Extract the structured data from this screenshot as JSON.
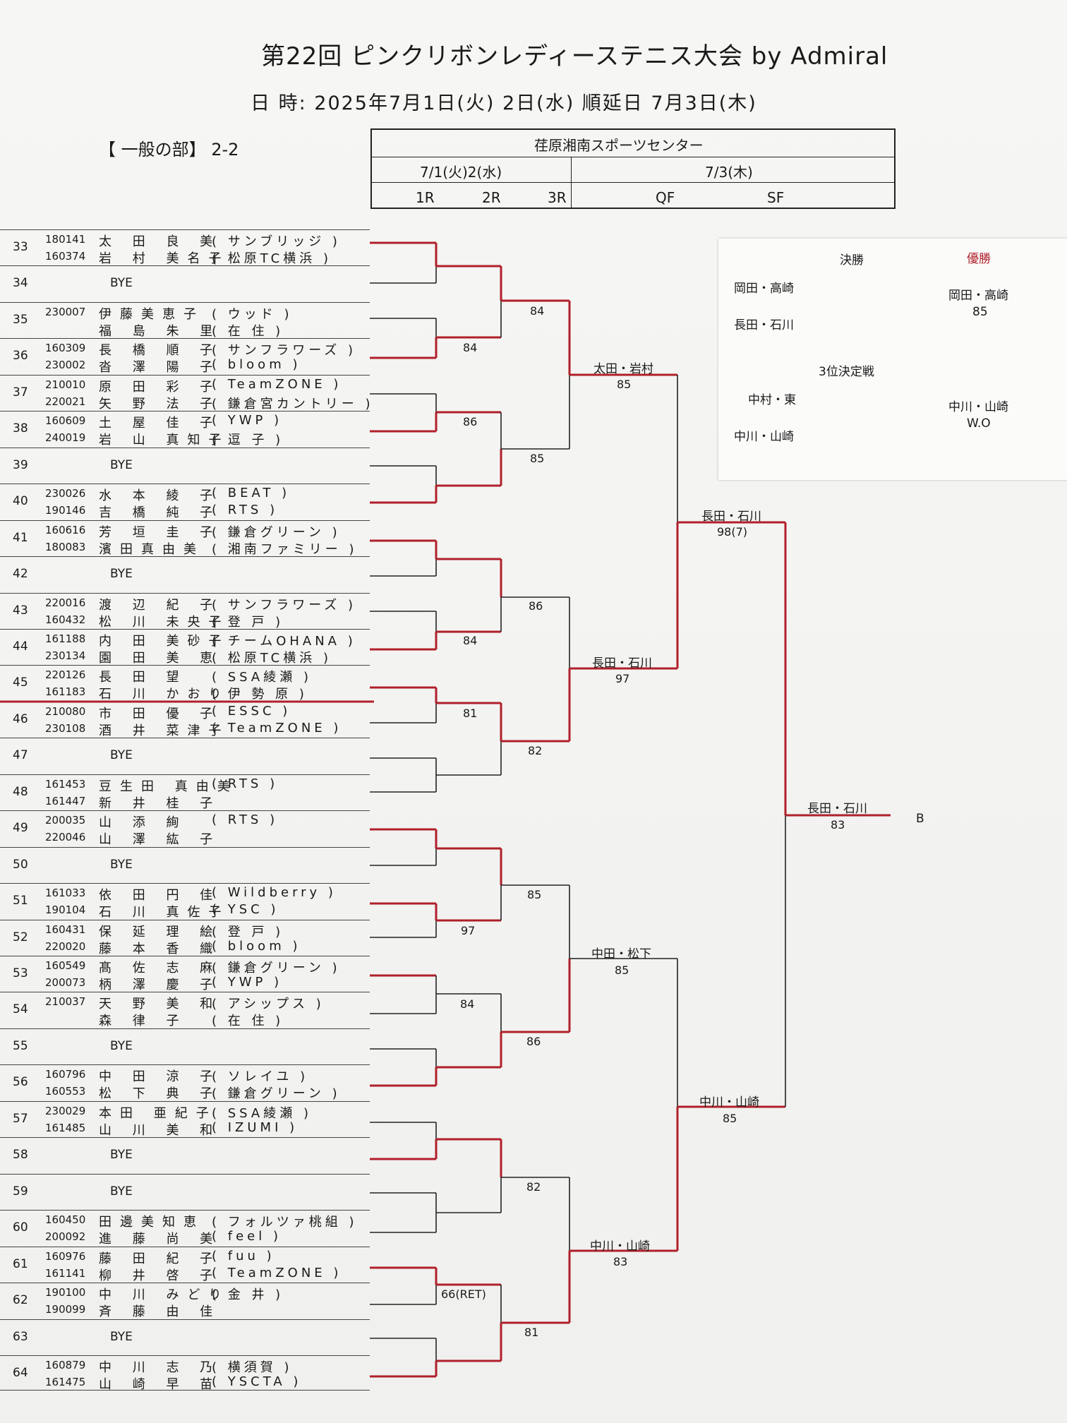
{
  "title": "第22回  ピンクリボンレディーステニス大会 by Admiral",
  "dates": "日 時:  2025年7月1日(火)  2日(水)      順延日  7月3日(木)",
  "section": "【 一般の部】  2-2",
  "venue": {
    "name": "荏原湘南スポーツセンター",
    "day1": "7/1(火)2(水)",
    "day2": "7/3(木)",
    "rounds": [
      "1R",
      "2R",
      "3R",
      "QF",
      "SF"
    ]
  },
  "draw": [
    {
      "num": "33",
      "players": [
        {
          "id": "180141",
          "name": "太 田 良 美",
          "club": "( サンブリッジ )"
        },
        {
          "id": "160374",
          "name": "岩 村 美名子",
          "club": "( 松原TC横浜 )"
        }
      ]
    },
    {
      "num": "34",
      "bye": "BYE"
    },
    {
      "num": "35",
      "players": [
        {
          "id": "230007",
          "name": "伊藤美恵子",
          "club": "( ウッド )"
        },
        {
          "id": "",
          "name": "福 島 朱 里",
          "club": "( 在 住 )"
        }
      ]
    },
    {
      "num": "36",
      "players": [
        {
          "id": "160309",
          "name": "長 橋 順 子",
          "club": "( サンフラワーズ )"
        },
        {
          "id": "230002",
          "name": "沓 澤 陽 子",
          "club": "( bloom )"
        }
      ]
    },
    {
      "num": "37",
      "players": [
        {
          "id": "210010",
          "name": "原 田 彩 子",
          "club": "( TeamZONE )"
        },
        {
          "id": "220021",
          "name": "矢 野 法 子",
          "club": "( 鎌倉宮カントリー )"
        }
      ]
    },
    {
      "num": "38",
      "players": [
        {
          "id": "160609",
          "name": "土 屋 佳 子",
          "club": "( YWP )"
        },
        {
          "id": "240019",
          "name": "岩 山 真知子",
          "club": "( 逗 子 )"
        }
      ]
    },
    {
      "num": "39",
      "bye": "BYE"
    },
    {
      "num": "40",
      "players": [
        {
          "id": "230026",
          "name": "水 本 綾 子",
          "club": "( BEAT )"
        },
        {
          "id": "190146",
          "name": "吉 橋 純 子",
          "club": "( RTS )"
        }
      ]
    },
    {
      "num": "41",
      "players": [
        {
          "id": "160616",
          "name": "芳 垣 圭 子",
          "club": "( 鎌倉グリーン )"
        },
        {
          "id": "180083",
          "name": "濱田真由美",
          "club": "( 湘南ファミリー )"
        }
      ]
    },
    {
      "num": "42",
      "bye": "BYE"
    },
    {
      "num": "43",
      "players": [
        {
          "id": "220016",
          "name": "渡 辺 紀 子",
          "club": "( サンフラワーズ )"
        },
        {
          "id": "160432",
          "name": "松 川 未央子",
          "club": "( 登 戸 )"
        }
      ]
    },
    {
      "num": "44",
      "players": [
        {
          "id": "161188",
          "name": "内 田 美砂子",
          "club": "( チームOHANA )"
        },
        {
          "id": "230134",
          "name": "園 田 美 恵",
          "club": "( 松原TC横浜 )"
        }
      ]
    },
    {
      "num": "45",
      "players": [
        {
          "id": "220126",
          "name": "長 田 望",
          "club": "( SSA綾瀬 )"
        },
        {
          "id": "161183",
          "name": "石 川 かおり",
          "club": "( 伊 勢 原 )"
        }
      ]
    },
    {
      "num": "46",
      "players": [
        {
          "id": "210080",
          "name": "市 田 優 子",
          "club": "( ESSC )"
        },
        {
          "id": "230108",
          "name": "酒 井 菜津子",
          "club": "( TeamZONE )"
        }
      ]
    },
    {
      "num": "47",
      "bye": "BYE"
    },
    {
      "num": "48",
      "players": [
        {
          "id": "161453",
          "name": "豆生田 真由美",
          "club": "( RTS )"
        },
        {
          "id": "161447",
          "name": "新 井 桂 子",
          "club": ""
        }
      ]
    },
    {
      "num": "49",
      "players": [
        {
          "id": "200035",
          "name": "山 添 絢",
          "club": "( RTS )"
        },
        {
          "id": "220046",
          "name": "山 澤 紘 子",
          "club": ""
        }
      ]
    },
    {
      "num": "50",
      "bye": "BYE"
    },
    {
      "num": "51",
      "players": [
        {
          "id": "161033",
          "name": "依 田 円 佳",
          "club": "( Wildberry )"
        },
        {
          "id": "190104",
          "name": "石 川 真佐子",
          "club": "( YSC )"
        }
      ]
    },
    {
      "num": "52",
      "players": [
        {
          "id": "160431",
          "name": "保 延 理 絵",
          "club": "( 登 戸 )"
        },
        {
          "id": "220020",
          "name": "藤 本 香 織",
          "club": "( bloom )"
        }
      ]
    },
    {
      "num": "53",
      "players": [
        {
          "id": "160549",
          "name": "髙 佐 志 麻",
          "club": "( 鎌倉グリーン )"
        },
        {
          "id": "200073",
          "name": "柄 澤 慶 子",
          "club": "( YWP )"
        }
      ]
    },
    {
      "num": "54",
      "players": [
        {
          "id": "210037",
          "name": "天 野 美 和",
          "club": "( アシップス )"
        },
        {
          "id": "",
          "name": "森 律 子",
          "club": "( 在 住 )"
        }
      ]
    },
    {
      "num": "55",
      "bye": "BYE"
    },
    {
      "num": "56",
      "players": [
        {
          "id": "160796",
          "name": "中 田 涼 子",
          "club": "( ソレイユ )"
        },
        {
          "id": "160553",
          "name": "松 下 典 子",
          "club": "( 鎌倉グリーン )"
        }
      ]
    },
    {
      "num": "57",
      "players": [
        {
          "id": "230029",
          "name": "本田 亜紀子",
          "club": "( SSA綾瀬 )"
        },
        {
          "id": "161485",
          "name": "山 川 美 和",
          "club": "( IZUMI )"
        }
      ]
    },
    {
      "num": "58",
      "bye": "BYE"
    },
    {
      "num": "59",
      "bye": "BYE"
    },
    {
      "num": "60",
      "players": [
        {
          "id": "160450",
          "name": "田邊美知恵",
          "club": "( フォルツァ桃組 )"
        },
        {
          "id": "200092",
          "name": "進 藤 尚 美",
          "club": "( feel )"
        }
      ]
    },
    {
      "num": "61",
      "players": [
        {
          "id": "160976",
          "name": "藤 田 紀 子",
          "club": "( fuu )"
        },
        {
          "id": "161141",
          "name": "柳 井 啓 子",
          "club": "( TeamZONE )"
        }
      ]
    },
    {
      "num": "62",
      "players": [
        {
          "id": "190100",
          "name": "中 川 みどり",
          "club": "( 金 井 )"
        },
        {
          "id": "190099",
          "name": "斉 藤 由 佳",
          "club": ""
        }
      ]
    },
    {
      "num": "63",
      "bye": "BYE"
    },
    {
      "num": "64",
      "players": [
        {
          "id": "160879",
          "name": "中 川 志 乃",
          "club": "( 横須賀 )"
        },
        {
          "id": "161475",
          "name": "山 崎 早 苗",
          "club": "( YSCTA )"
        }
      ]
    }
  ],
  "scores": {
    "r1_36": "84",
    "r1_38": "86",
    "r1_44": "84",
    "r1_46": "81",
    "r1_52": "97",
    "r1_54": "84",
    "r1_62": "66(RET)",
    "r2_a": "84",
    "r2_b": "85",
    "r2_c": "86",
    "r2_d": "82",
    "r2_e": "85",
    "r2_f": "86",
    "r2_g": "82",
    "r2_h": "81"
  },
  "qf": [
    {
      "name": "太田・岩村",
      "score": "85"
    },
    {
      "name": "長田・石川",
      "score": "97"
    },
    {
      "name": "中田・松下",
      "score": "85"
    },
    {
      "name": "中川・山崎",
      "score": "83"
    }
  ],
  "sf": [
    {
      "name": "長田・石川",
      "score": "98(7)"
    },
    {
      "name": "中川・山崎",
      "score": "85"
    }
  ],
  "block_winner": {
    "name": "長田・石川",
    "score": "83",
    "to": "B"
  },
  "finals": {
    "final_label": "決勝",
    "champion_label": "優勝",
    "final_p1": "岡田・高崎",
    "final_p2": "長田・石川",
    "champion_name": "岡田・高崎",
    "champion_score": "85",
    "third_label": "3位決定戦",
    "third_p1": "中村・東",
    "third_p2": "中川・山崎",
    "third_winner": "中川・山崎",
    "third_score": "W.O"
  },
  "colors": {
    "winner_line": "#b0202a",
    "line": "#222222"
  }
}
